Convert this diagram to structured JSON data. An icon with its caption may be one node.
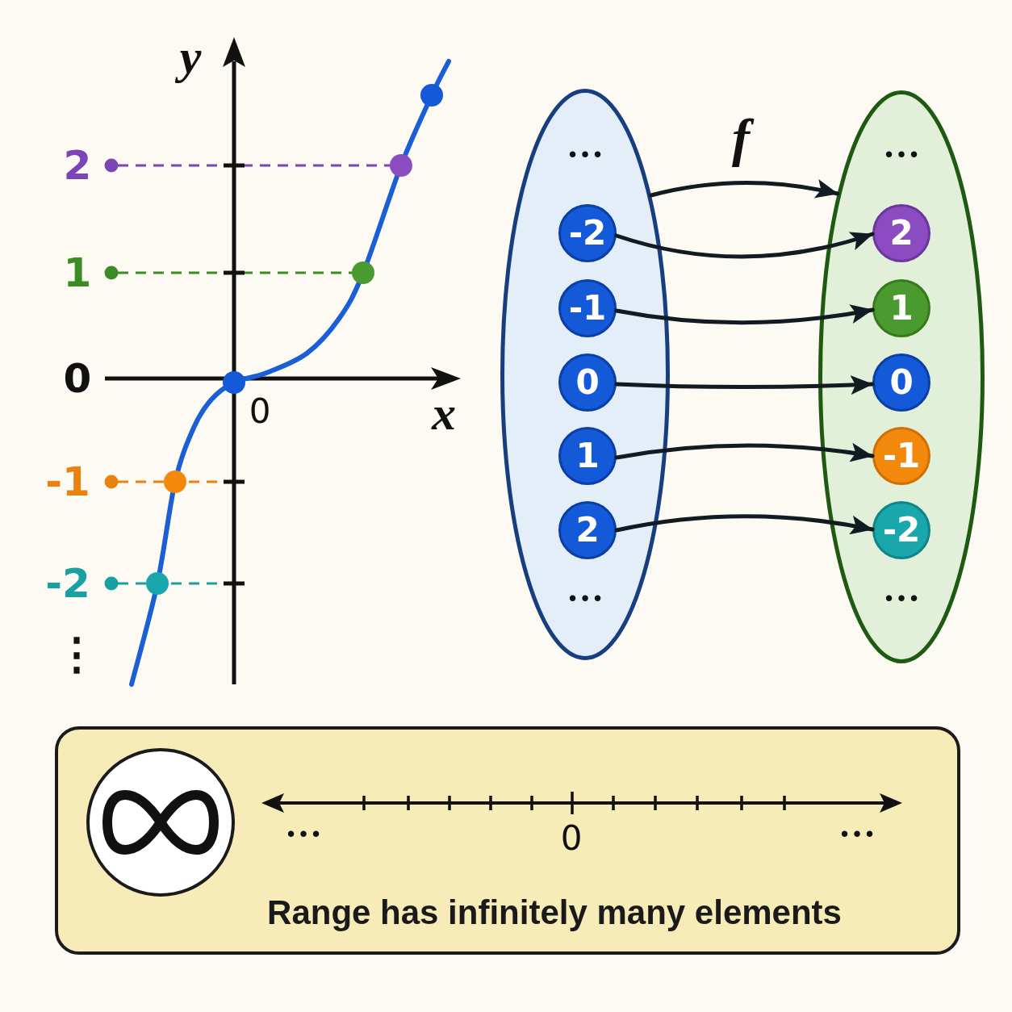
{
  "diagram": {
    "nodes": [
      {
        "text": [
          "…",
          "…"
        ]
      },
      {
        "text": [
          "-2"
        ],
        "in": 0
      },
      {
        "text": [
          "-1"
        ],
        "in": 0
      },
      {
        "text": [
          "0"
        ],
        "in": 0
      },
      {
        "text": [
          "1"
        ],
        "in": 0
      },
      {
        "text": [
          "2"
        ],
        "in": 0
      },
      {
        "text": [
          "…",
          "…"
        ]
      },
      {
        "text": [
          "2"
        ],
        "in": 6
      },
      {
        "text": [
          "1"
        ],
        "in": 6
      },
      {
        "text": [
          "0"
        ],
        "in": 6
      },
      {
        "text": [
          "-1"
        ],
        "in": 6
      },
      {
        "text": [
          "-2"
        ],
        "in": 6
      },
      {
        "text": [
          "…",
          "0",
          "…",
          "Range has infinitely many elements"
        ]
      }
    ],
    "edges": [
      {
        "from": 0,
        "to": 6,
        "arrow": "to",
        "label": "f"
      },
      {
        "from": 1,
        "to": 7,
        "arrow": "to"
      },
      {
        "from": 2,
        "to": 8,
        "arrow": "to"
      },
      {
        "from": 3,
        "to": 9,
        "arrow": "to"
      },
      {
        "from": 4,
        "to": 10,
        "arrow": "to"
      },
      {
        "from": 5,
        "to": 11,
        "arrow": "to"
      }
    ],
    "labels": [
      "y",
      "2",
      "1",
      "0",
      "0",
      "x",
      "-1",
      "-2",
      "⋮"
    ]
  }
}
